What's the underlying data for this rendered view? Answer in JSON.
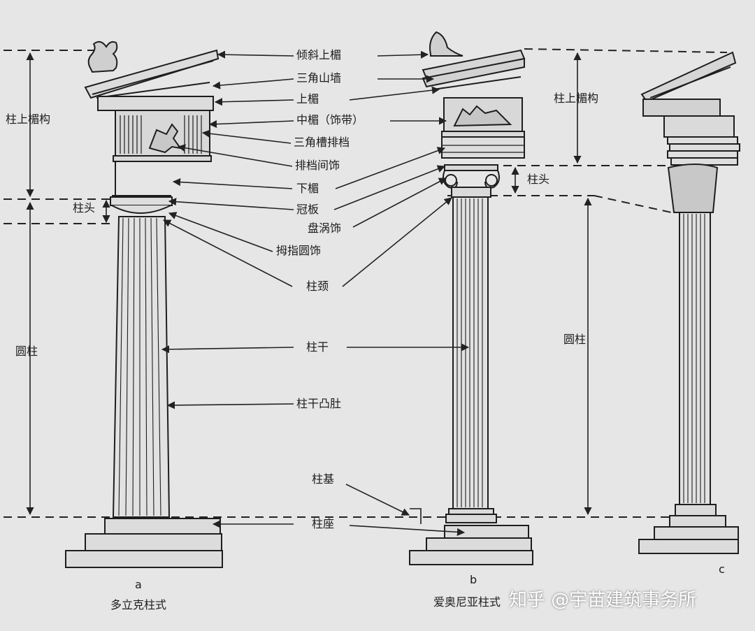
{
  "labels": {
    "raking_cornice": "倾斜上楣",
    "pediment": "三角山墙",
    "cornice": "上楣",
    "frieze": "中楣（饰带）",
    "triglyph": "三角槽排档",
    "metope": "排档间饰",
    "architrave": "下楣",
    "abacus": "冠板",
    "volute": "盘涡饰",
    "echinus": "拇指圆饰",
    "necking": "柱颈",
    "shaft": "柱干",
    "entasis": "柱干凸肚",
    "base": "柱基",
    "stylobate": "柱座",
    "entablature_left": "柱上楣构",
    "capital_left": "柱头",
    "column_left": "圆柱",
    "entablature_right": "柱上楣构",
    "capital_right": "柱头",
    "column_right": "圆柱"
  },
  "captions": {
    "a_letter": "a",
    "a_name": "多立克柱式",
    "b_letter": "b",
    "b_name": "爱奥尼亚柱式",
    "c_letter": "c"
  },
  "watermark": "知乎 @宇苗建筑事务所",
  "colors": {
    "paper": "#e6e6e6",
    "ink": "#1c1c1c",
    "line": "#222222"
  }
}
